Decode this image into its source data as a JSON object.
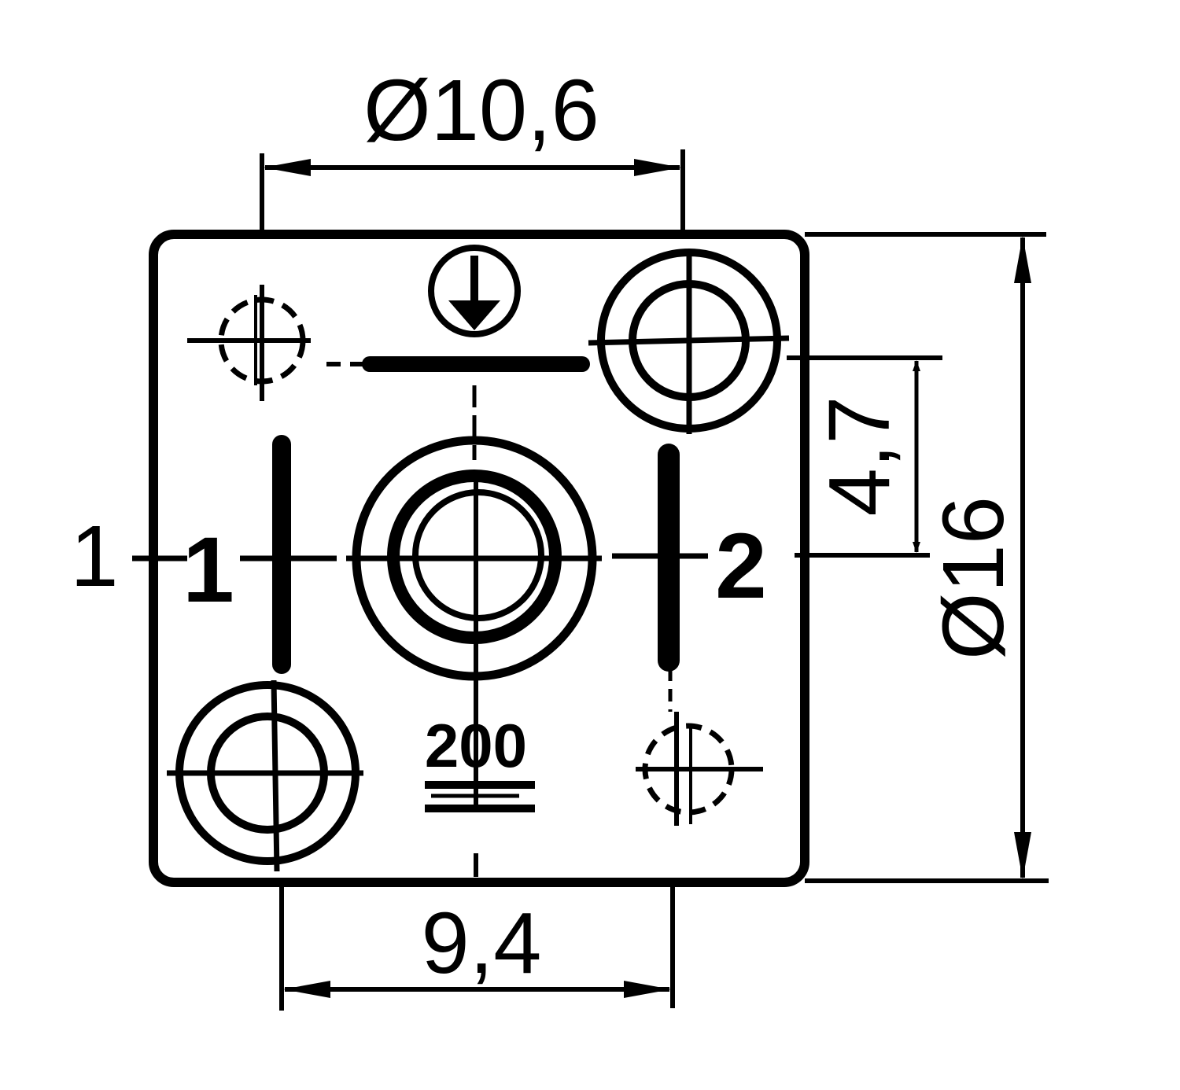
{
  "dimensions": {
    "top_diameter": "Ø10,6",
    "bottom_spacing": "9,4",
    "right_offset": "4,7",
    "overall_diameter": "Ø16"
  },
  "pin_labels": {
    "outer_left": "1",
    "pin_1": "1",
    "pin_2": "2"
  },
  "rating_label": "200",
  "icons": [
    "ground-icon",
    "screw-hole-icon",
    "center-bore-icon",
    "capacitor-symbol-icon",
    "position-marker-icon"
  ],
  "colors": {
    "line": "#000000",
    "background": "#ffffff"
  }
}
